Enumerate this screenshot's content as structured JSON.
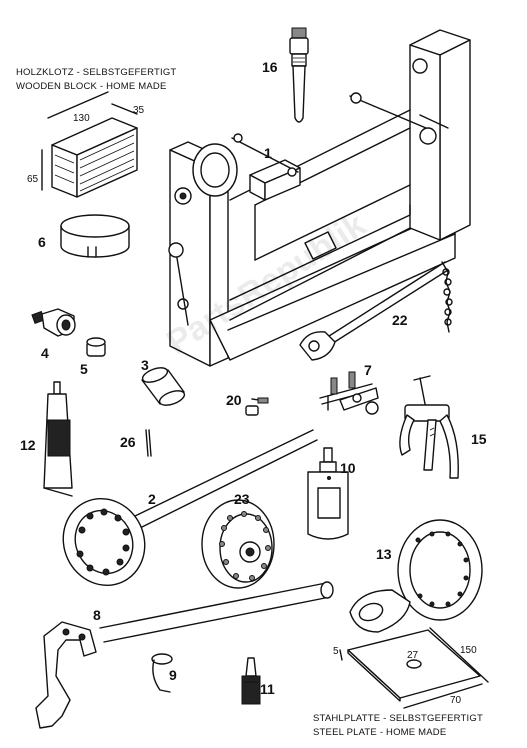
{
  "notes": {
    "wood_de": "HOLZKLOTZ - SELBSTGEFERTIGT",
    "wood_en": "WOODEN BLOCK - HOME MADE",
    "steel_de": "STAHLPLATTE - SELBSTGEFERTIGT",
    "steel_en": "STEEL PLATE - HOME MADE"
  },
  "watermark": "PartsRepublik",
  "dimensions": {
    "block_w": "130",
    "block_d": "35",
    "block_h": "65",
    "plate_t": "5",
    "plate_hole": "27",
    "plate_l": "150",
    "plate_w": "70"
  },
  "callouts": {
    "p1": "1",
    "p2": "2",
    "p3": "3",
    "p4": "4",
    "p5": "5",
    "p6": "6",
    "p7": "7",
    "p8": "8",
    "p9": "9",
    "p10": "10",
    "p11": "11",
    "p12": "12",
    "p13": "13",
    "p15": "15",
    "p16": "16",
    "p20": "20",
    "p22": "22",
    "p23": "23",
    "p26": "26"
  }
}
